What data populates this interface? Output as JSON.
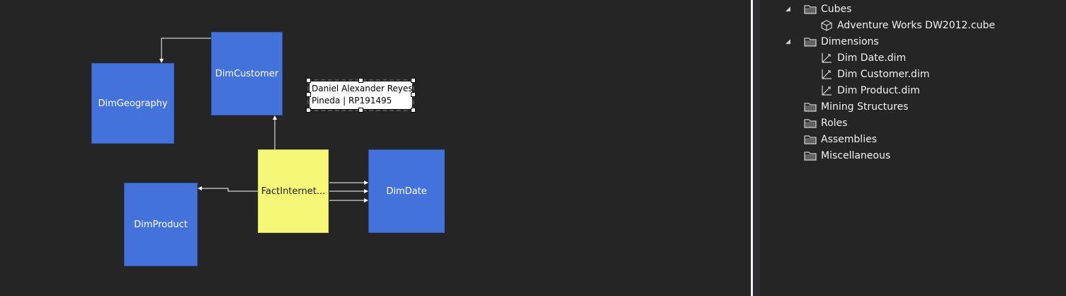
{
  "diagram": {
    "tables": {
      "dim_geography": "DimGeography",
      "dim_customer": "DimCustomer",
      "dim_product": "DimProduct",
      "fact_internet": "FactInternet...",
      "dim_date": "DimDate"
    },
    "note": {
      "line1": "Daniel Alexander Reyes",
      "line2": "Pineda | RP191495"
    },
    "colors": {
      "dimension": "#4472db",
      "fact": "#f5f777",
      "background": "#252526"
    }
  },
  "solution_explorer": {
    "items": [
      {
        "label": "Cubes",
        "icon": "folder-icon",
        "expanded": true
      },
      {
        "label": "Adventure Works DW2012.cube",
        "icon": "cube-icon"
      },
      {
        "label": "Dimensions",
        "icon": "folder-icon",
        "expanded": true
      },
      {
        "label": "Dim Date.dim",
        "icon": "dimension-icon"
      },
      {
        "label": "Dim Customer.dim",
        "icon": "dimension-icon"
      },
      {
        "label": "Dim Product.dim",
        "icon": "dimension-icon"
      },
      {
        "label": "Mining Structures",
        "icon": "folder-icon"
      },
      {
        "label": "Roles",
        "icon": "folder-icon"
      },
      {
        "label": "Assemblies",
        "icon": "folder-icon"
      },
      {
        "label": "Miscellaneous",
        "icon": "folder-icon"
      }
    ]
  }
}
